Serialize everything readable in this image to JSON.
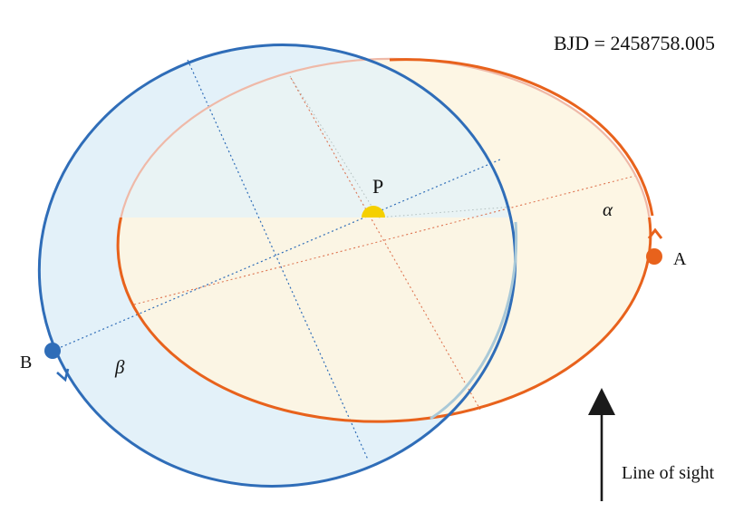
{
  "header": {
    "bjd_text": "BJD = 2458758.005"
  },
  "labels": {
    "center": "P",
    "body_a": "A",
    "body_b": "B",
    "angle_alpha": "α",
    "angle_beta": "β",
    "line_of_sight": "Line of sight"
  },
  "colors": {
    "blue_orbit": "#2f6db8",
    "orange_orbit": "#e8621c",
    "blue_fill": "#e3f1f9",
    "orange_fill": "#fdf5e2",
    "star_yellow": "#f5d000",
    "arrow": "#1a1a1a"
  }
}
